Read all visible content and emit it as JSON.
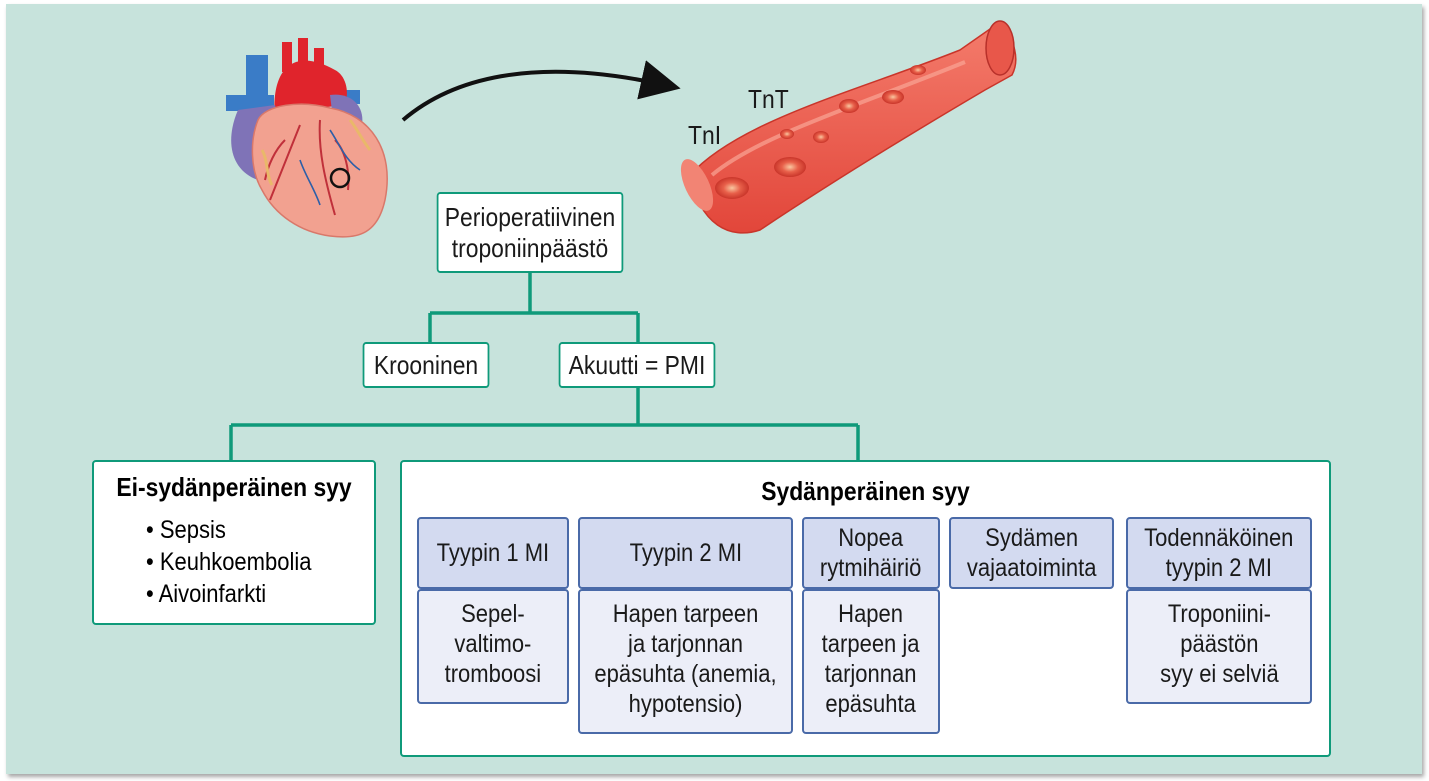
{
  "labels": {
    "tnt": "TnT",
    "tni": "TnI"
  },
  "root": {
    "text": "Perioperatiivinen\ntroponiinpäästö"
  },
  "level2": {
    "chronic": "Krooninen",
    "acute": "Akuutti = PMI"
  },
  "non_cardiac": {
    "title": "Ei-sydänperäinen syy",
    "items": [
      "• Sepsis",
      "• Keuhkoembolia",
      "• Aivoinfarkti"
    ]
  },
  "cardiac": {
    "title": "Sydänperäinen syy",
    "columns": [
      {
        "header": "Tyypin 1 MI",
        "body": "Sepel-\nvaltimo-\ntromboosi"
      },
      {
        "header": "Tyypin 2 MI",
        "body": "Hapen tarpeen\nja tarjonnan\nepäsuhta (anemia,\nhypotensio)"
      },
      {
        "header": "Nopea\nrytmihäiriö",
        "body": "Hapen\ntarpeen ja\ntarjonnan\nepäsuhta"
      },
      {
        "header": "Sydämen\nvajaatoiminta",
        "body": ""
      },
      {
        "header": "Todennäköinen\ntyypin 2 MI",
        "body": "Troponiini-\npäästön\nsyy ei selviä"
      }
    ]
  },
  "colors": {
    "background": "#c7e3dc",
    "connector": "#0f9a7a",
    "header_fill": "#d3daf0",
    "body_fill": "#eceef8",
    "cell_border": "#4a6aa8"
  }
}
